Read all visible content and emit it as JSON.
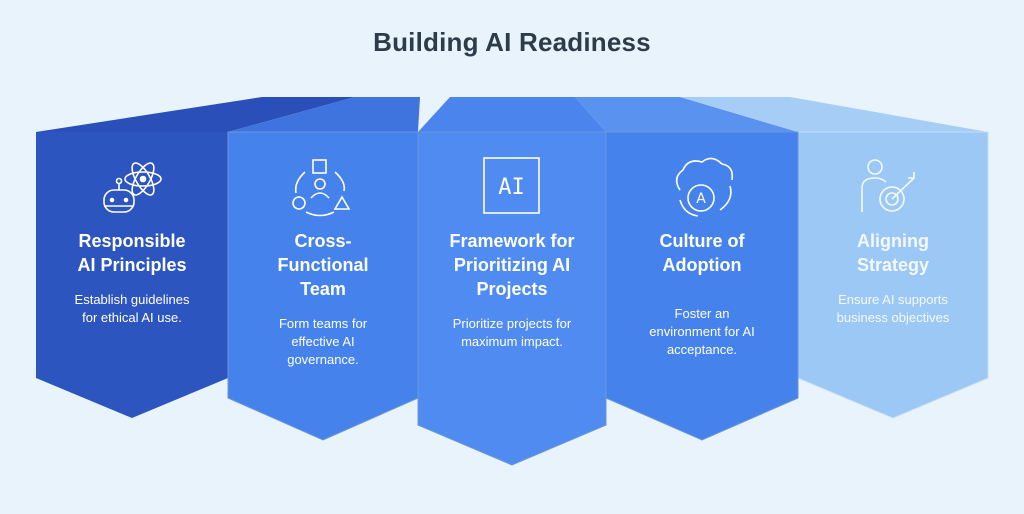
{
  "title": "Building AI Readiness",
  "colors": {
    "background": "#e8f3fc",
    "card_1": "#2d55c0",
    "card_2": "#4682ec",
    "card_3": "#4f8bf0",
    "card_4": "#4682ec",
    "card_5": "#9cc8f5",
    "title_text": "#2e3b49"
  },
  "cards": [
    {
      "icon": "robot-atom-icon",
      "title_lines": [
        "Responsible",
        "AI Principles"
      ],
      "desc_lines": [
        "Establish guidelines",
        "for ethical AI use."
      ]
    },
    {
      "icon": "team-shapes-icon",
      "title_lines": [
        "Cross-",
        "Functional",
        "Team"
      ],
      "desc_lines": [
        "Form teams for",
        "effective AI",
        "governance."
      ]
    },
    {
      "icon": "ai-box-icon",
      "icon_text": "AI",
      "title_lines": [
        "Framework for",
        "Prioritizing AI",
        "Projects"
      ],
      "desc_lines": [
        "Prioritize projects for",
        "maximum impact."
      ]
    },
    {
      "icon": "cloud-cycle-icon",
      "icon_text": "A",
      "title_lines": [
        "Culture of",
        "Adoption"
      ],
      "desc_lines": [
        "Foster an",
        "environment for AI",
        "acceptance."
      ]
    },
    {
      "icon": "person-target-icon",
      "title_lines": [
        "Aligning",
        "Strategy"
      ],
      "desc_lines": [
        "Ensure AI supports",
        "business objectives"
      ]
    }
  ]
}
